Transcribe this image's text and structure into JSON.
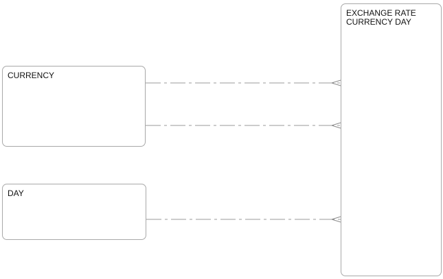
{
  "entities": {
    "currency": {
      "name": "CURRENCY"
    },
    "day": {
      "name": "DAY"
    },
    "exchange_rate": {
      "name_line1": "EXCHANGE RATE",
      "name_line2": "CURRENCY DAY"
    }
  },
  "relationships": [
    {
      "from": "CURRENCY",
      "to": "EXCHANGE RATE CURRENCY DAY",
      "cardinality": "one-to-many",
      "style": "dashed"
    },
    {
      "from": "CURRENCY",
      "to": "EXCHANGE RATE CURRENCY DAY",
      "cardinality": "one-to-many",
      "style": "dashed"
    },
    {
      "from": "DAY",
      "to": "EXCHANGE RATE CURRENCY DAY",
      "cardinality": "one-to-many",
      "style": "dashed"
    }
  ]
}
